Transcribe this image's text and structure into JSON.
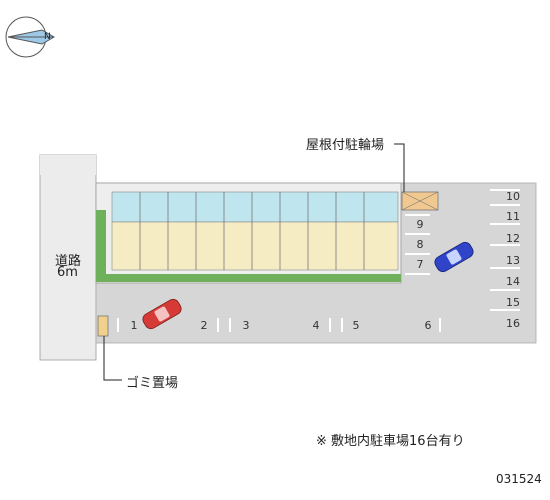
{
  "map": {
    "compass_letter": "N",
    "bike_parking_label": "屋根付駐輪場",
    "road_label_line1": "道路",
    "road_label_line2": "6m",
    "garbage_label": "ゴミ置場",
    "note": "※ 敷地内駐車場16台有り",
    "code": "031524",
    "parking_numbers": [
      "1",
      "2",
      "3",
      "4",
      "5",
      "6",
      "7",
      "8",
      "9",
      "10",
      "11",
      "12",
      "13",
      "14",
      "15",
      "16"
    ],
    "colors": {
      "road": "#ececec",
      "lot": "#d6d6d6",
      "building_floor": "#f6ecc4",
      "balcony": "#bfe6ef",
      "hedge": "#6fb05a",
      "bike_shelter": "#f0c890",
      "car_red": "#d63a36",
      "car_blue": "#2f44c8"
    }
  }
}
